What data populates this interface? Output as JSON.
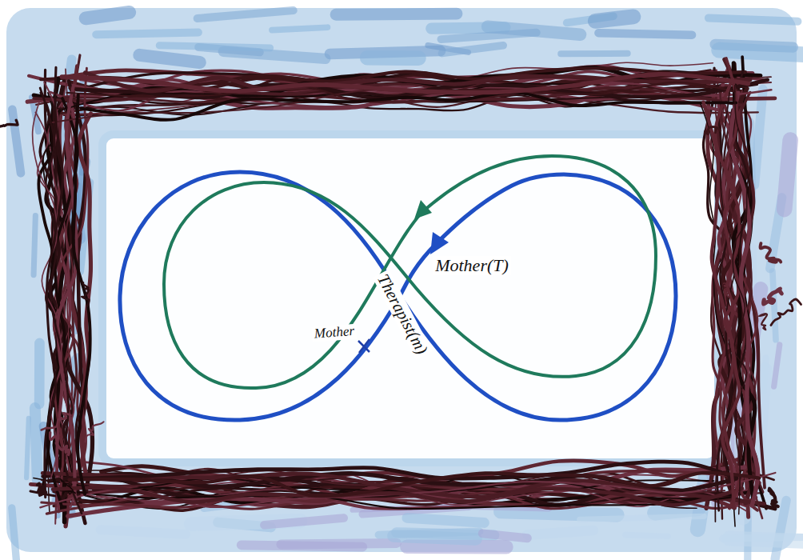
{
  "diagram": {
    "labels": [
      "Mother(T)",
      "Therapist(m)",
      "Mother"
    ]
  }
}
